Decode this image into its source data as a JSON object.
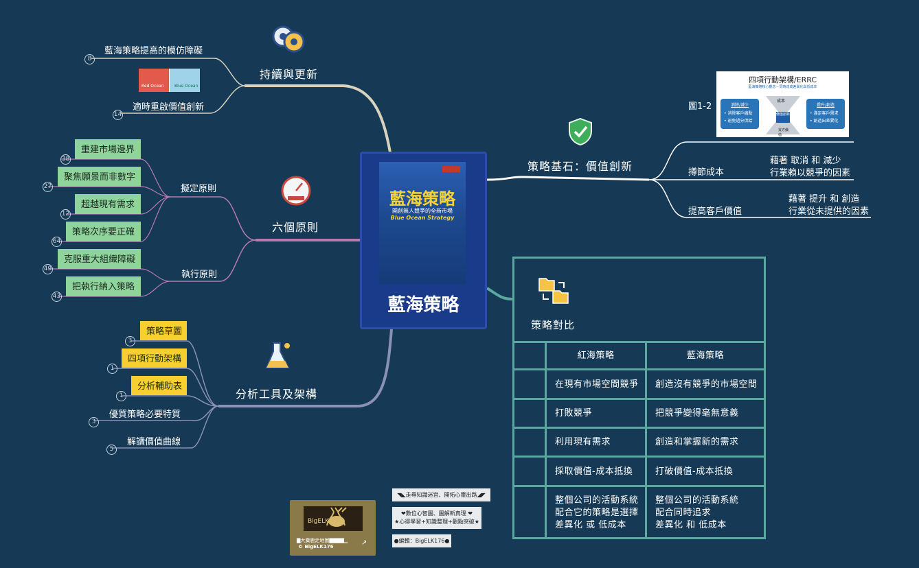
{
  "center": {
    "title": "藍海策略",
    "cover_title": "藍海策略",
    "cover_subtitle": "開創無人競爭的全新市場",
    "cover_english": "Blue Ocean Strategy"
  },
  "branches": {
    "sustain": {
      "title": "持續與更新",
      "icon": "film-reels-icon",
      "items": [
        {
          "label": "藍海策略提高的模仿障礙",
          "count": "8"
        },
        {
          "label": "適時重啟價值創新",
          "count": "14"
        }
      ],
      "image_labels": [
        "Red Ocean",
        "Blue Ocean"
      ]
    },
    "six_principles": {
      "title": "六個原則",
      "icon": "gauge-icon",
      "groups": [
        {
          "label": "擬定原則",
          "items": [
            {
              "label": "重建市場邊界",
              "count": "38"
            },
            {
              "label": "聚焦願景而非數字",
              "count": "27"
            },
            {
              "label": "超越現有需求",
              "count": "12"
            },
            {
              "label": "策略次序要正確",
              "count": "64"
            }
          ]
        },
        {
          "label": "執行原則",
          "items": [
            {
              "label": "克服重大組織障礙",
              "count": "49"
            },
            {
              "label": "把執行納入策略",
              "count": "43"
            }
          ]
        }
      ]
    },
    "tools": {
      "title": "分析工具及架構",
      "icon": "flask-icon",
      "items": [
        {
          "label": "策略草圖",
          "count": "3"
        },
        {
          "label": "四項行動架構",
          "count": "1"
        },
        {
          "label": "分析輔助表",
          "count": "1"
        },
        {
          "label": "優質策略必要特質",
          "count": "3"
        },
        {
          "label": "解讀價值曲線",
          "count": "5"
        }
      ]
    },
    "value_innovation": {
      "title": "策略基石：價值創新",
      "icon": "shield-check-icon",
      "figure_label": "圖1-2",
      "errc": {
        "title": "四項行動架構/ERRC",
        "subtitle": "藍海策略核心觀念－同時達成差異化與低成本",
        "left_head": "消除/減少",
        "left_items": [
          "消除客戶痛點",
          "避免過分供給"
        ],
        "right_head": "提升/創造",
        "right_items": [
          "滿足客戶需求",
          "創造出差異化"
        ],
        "mid_top": "成本",
        "mid_center": "價值創新",
        "mid_bottom": "買方價值"
      },
      "items": [
        {
          "label": "撙節成本",
          "note_line1": "藉著 取消 和 減少",
          "note_line2": "行業賴以競爭的因素"
        },
        {
          "label": "提高客戶價值",
          "note_line1": "藉著 提升 和 創造",
          "note_line2": "行業從未提供的因素"
        }
      ]
    },
    "compare": {
      "title": "策略對比",
      "icon": "folder-swap-icon",
      "headers": [
        "紅海策略",
        "藍海策略"
      ],
      "rows": [
        {
          "red": "在現有市場空間競爭",
          "blue": "創造沒有競爭的市場空間"
        },
        {
          "red": "打敗競爭",
          "blue": "把競爭變得毫無意義"
        },
        {
          "red": "利用現有需求",
          "blue": "創造和掌握新的需求"
        },
        {
          "red": "採取價值-成本抵換",
          "blue": "打破價值-成本抵換"
        },
        {
          "red": "整個公司的活動系統\n配合它的策略是選擇\n差異化 或 低成本",
          "blue": "整個公司的活動系統\n配合同時追求\n差異化 和 低成本"
        }
      ]
    }
  },
  "footer": {
    "card_title": "▇大麋鹿走地圖▇▇▇▇▁",
    "card_copyright": "© BigELK176",
    "notes": [
      "◥◣走尋知識迷宮、開拓心靈出路◢◤",
      "❤數位心智圖、圖解新真理 ❤\n★心得學習+知識整理+觀點突破★",
      "●編輯：BigELK176●"
    ]
  },
  "colors": {
    "background": "#163a55",
    "center_box": "#1a3a8a",
    "table_border": "#5aa8a0",
    "green_tag": "#8fd49a",
    "yellow_tag": "#f7cf2f",
    "branch_sustain": "#d8d2bf",
    "branch_principles": "#b77bb0",
    "branch_tools": "#8a90b8"
  }
}
